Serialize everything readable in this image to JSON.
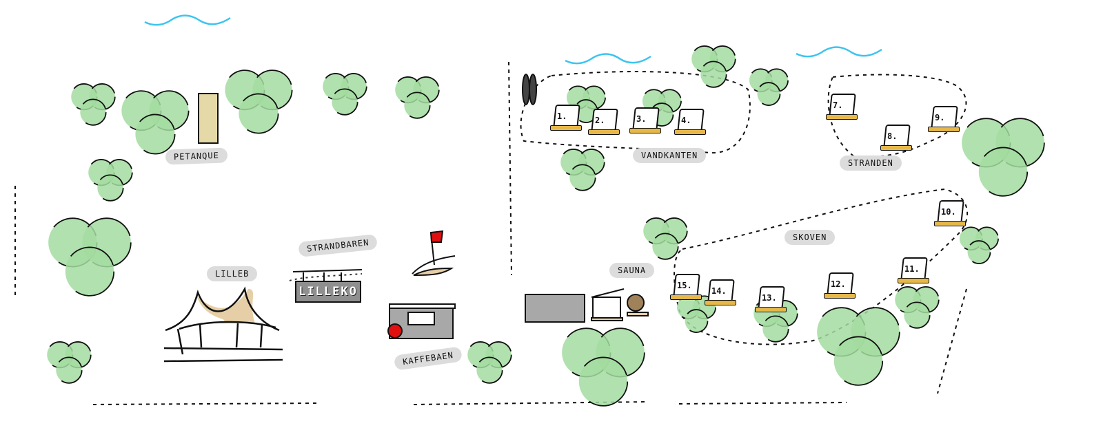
{
  "labels": {
    "petanque": "PETANQUE",
    "strandbaren": "STRANDBAREN",
    "lilleb": "LILLEB",
    "kaffebaen": "KAFFEBAEN",
    "sauna": "SAUNA",
    "vandkanten": "VANDKANTEN",
    "stranden": "STRANDEN",
    "skoven": "SKOVEN"
  },
  "bar_sign": "LILLEKO",
  "tents": [
    "1.",
    "2.",
    "3.",
    "4.",
    "7.",
    "8.",
    "9.",
    "10.",
    "11.",
    "12.",
    "13.",
    "14.",
    "15."
  ],
  "colors": {
    "tree": "#a3dca0",
    "water": "#3cc4f0",
    "sand": "#e6cfa6",
    "tent_base": "#e6b84a",
    "flag": "#e01010",
    "pill": "#dcdcdc"
  }
}
